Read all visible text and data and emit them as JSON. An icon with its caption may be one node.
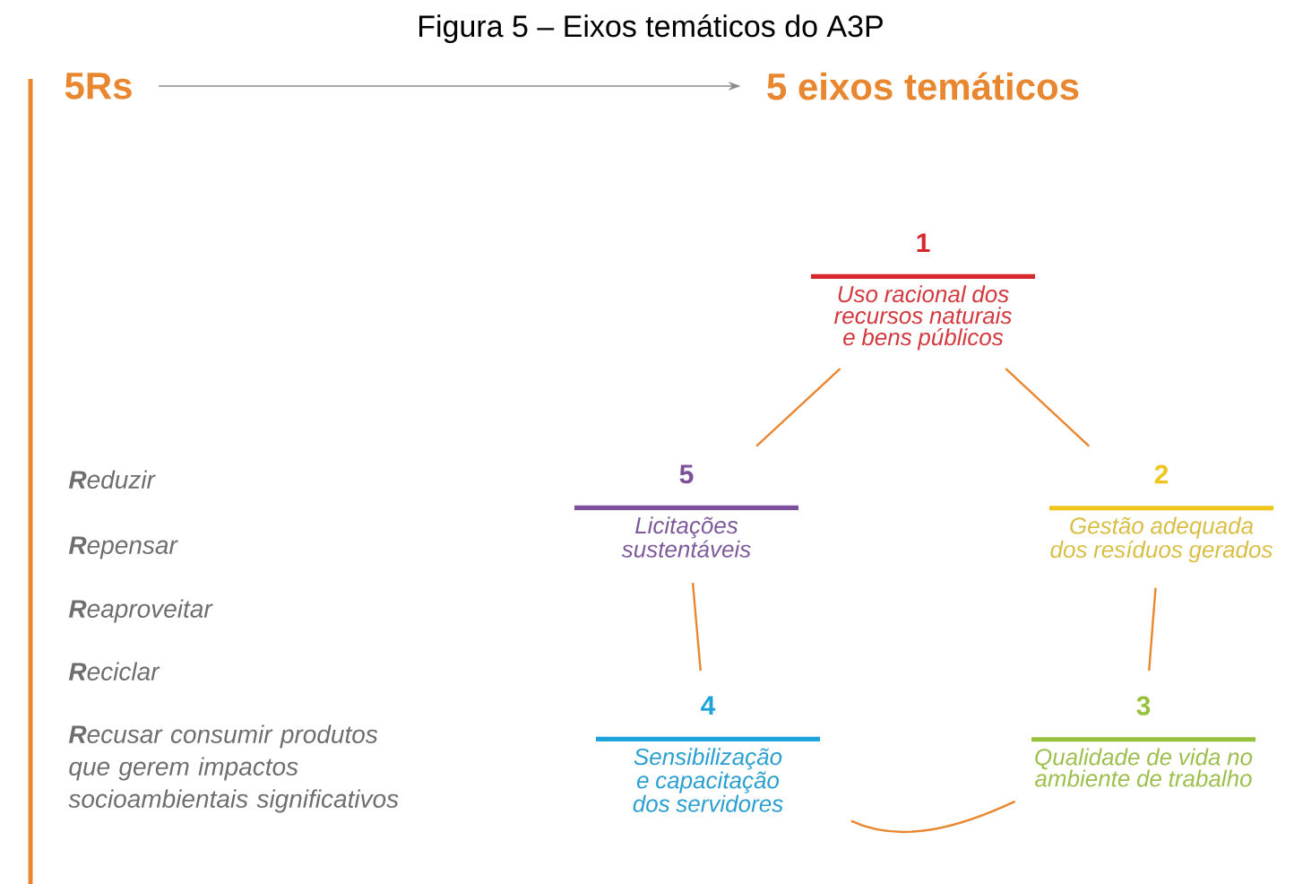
{
  "diagram": {
    "title": "Figura 5 – Eixos temáticos do A3P",
    "nodes": [
      {
        "text": [
          "5Rs"
        ]
      },
      {
        "text": [
          "5 eixos temáticos"
        ]
      },
      {
        "text": [
          "1",
          "Uso racional dos recursos naturais e bens públicos"
        ]
      },
      {
        "text": [
          "2",
          "Gestão adequada dos resíduos gerados"
        ]
      },
      {
        "text": [
          "3",
          "Qualidade de vida no ambiente de trabalho"
        ]
      },
      {
        "text": [
          "4",
          "Sensibilização e capacitação dos servidores"
        ]
      },
      {
        "text": [
          "5",
          "Licitações sustentáveis"
        ]
      }
    ],
    "edges": [
      {
        "from": 0,
        "to": 1,
        "arrow": "to",
        "color": "#8c8c8c"
      },
      {
        "from": 2,
        "to": 3,
        "arrow": "none"
      },
      {
        "from": 3,
        "to": 4,
        "arrow": "none"
      },
      {
        "from": 4,
        "to": 5,
        "arrow": "none"
      },
      {
        "from": 5,
        "to": 6,
        "arrow": "none"
      },
      {
        "from": 6,
        "to": 2,
        "arrow": "none"
      }
    ],
    "labels": [
      "**R**eduzir",
      "**R**epensar",
      "**R**eaproveitar",
      "**R**eciclar",
      "**R**ecusar consumir produtos que gerem impactos socioambientais significativos"
    ]
  }
}
